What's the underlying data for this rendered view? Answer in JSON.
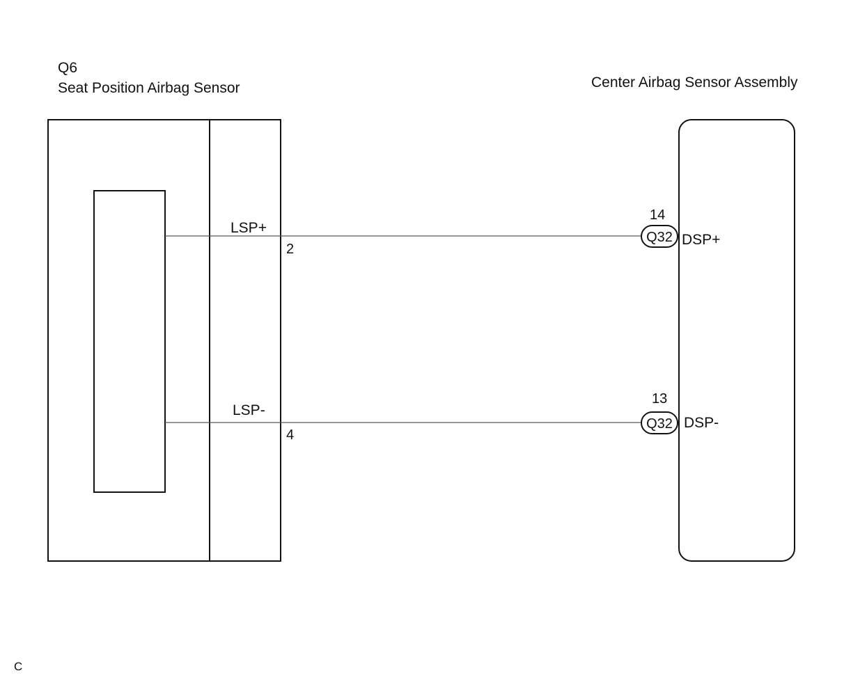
{
  "left_component": {
    "code": "Q6",
    "name": "Seat Position Airbag Sensor"
  },
  "right_component": {
    "name": "Center Airbag Sensor Assembly"
  },
  "wires": [
    {
      "left_terminal": "LSP+",
      "left_pin": "2",
      "connector": "Q32",
      "right_pin": "14",
      "right_terminal": "DSP+"
    },
    {
      "left_terminal": "LSP-",
      "left_pin": "4",
      "connector": "Q32",
      "right_pin": "13",
      "right_terminal": "DSP-"
    }
  ],
  "footer_code": "C"
}
